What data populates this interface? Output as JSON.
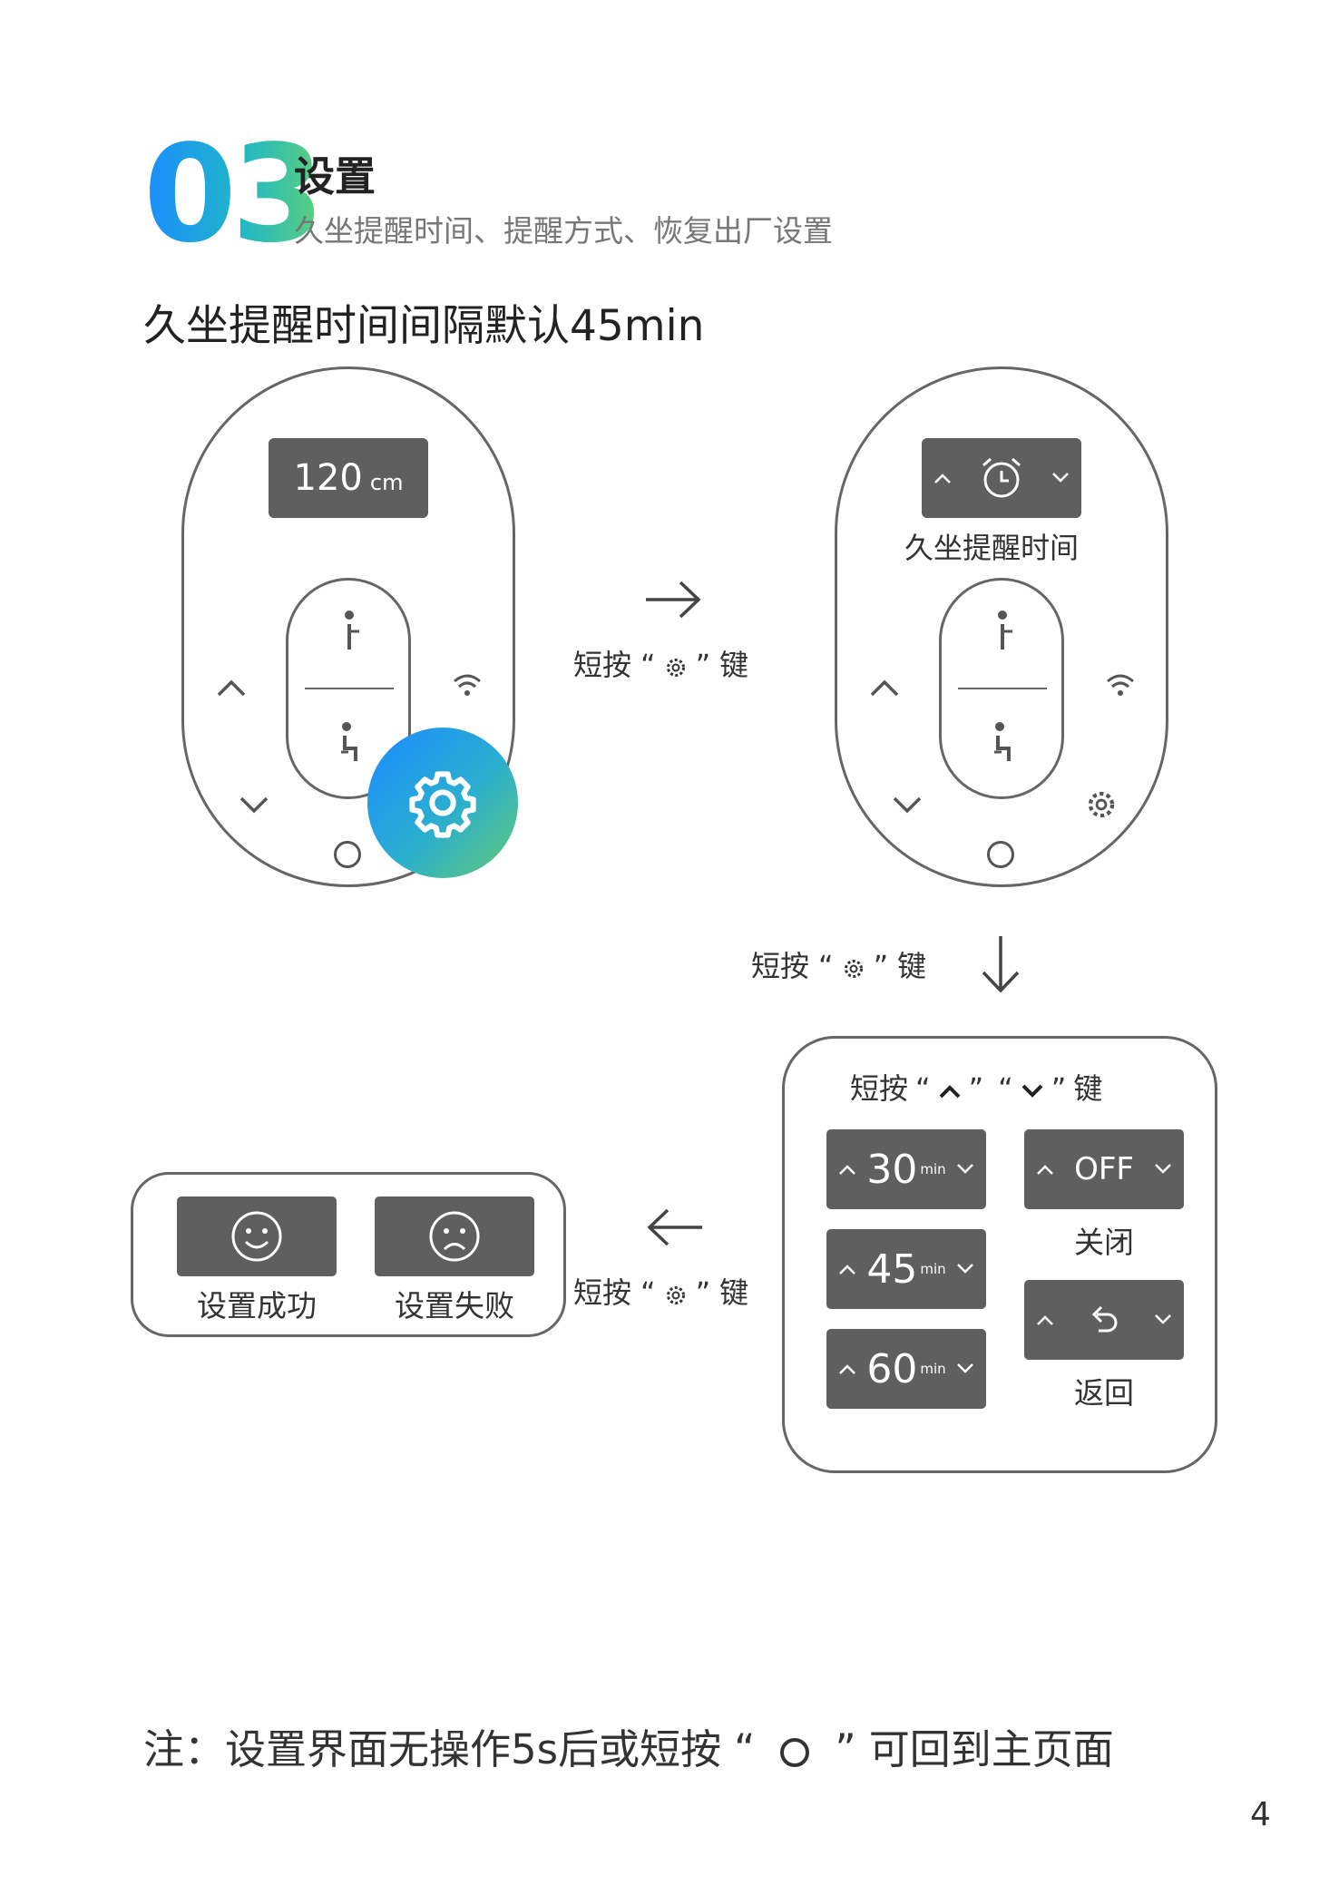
{
  "section": {
    "number": "03",
    "title": "设置",
    "subtitle": "久坐提醒时间、提醒方式、恢复出厂设置"
  },
  "heading": "久坐提醒时间间隔默认45min",
  "remote1": {
    "display_value": "120",
    "display_unit": "cm"
  },
  "remote2": {
    "caption": "久坐提醒时间"
  },
  "steps": {
    "press_prefix": "短按",
    "key_suffix": "键",
    "open_quote": "“",
    "close_quote": "”"
  },
  "options_panel": {
    "instruction_prefix": "短按",
    "instruction_suffix": "键",
    "values": [
      {
        "value": "30",
        "unit": "min"
      },
      {
        "value": "45",
        "unit": "min"
      },
      {
        "value": "60",
        "unit": "min"
      }
    ],
    "off_value": "OFF",
    "off_caption": "关闭",
    "back_caption": "返回"
  },
  "result": {
    "success": "设置成功",
    "fail": "设置失败"
  },
  "note": {
    "before": "注：设置界面无操作5s后或短按",
    "open_quote": "“",
    "close_quote": "”",
    "after": "可回到主页面"
  },
  "page_number": "4",
  "colors": {
    "gradient_start": "#1a8cff",
    "gradient_end": "#5ccf7c",
    "screen": "#5f5f5f",
    "outline": "#666666"
  }
}
